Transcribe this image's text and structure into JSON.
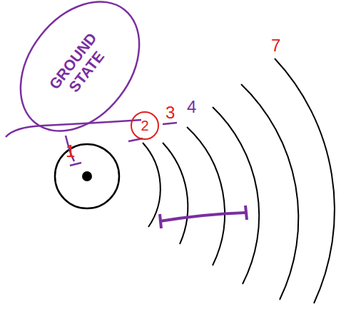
{
  "diagram": {
    "nodes": [
      {
        "text": [
          "GROUND STATE"
        ]
      },
      {
        "text": [
          "2"
        ]
      }
    ],
    "labels": [
      "1",
      "3",
      "4",
      "7"
    ]
  }
}
